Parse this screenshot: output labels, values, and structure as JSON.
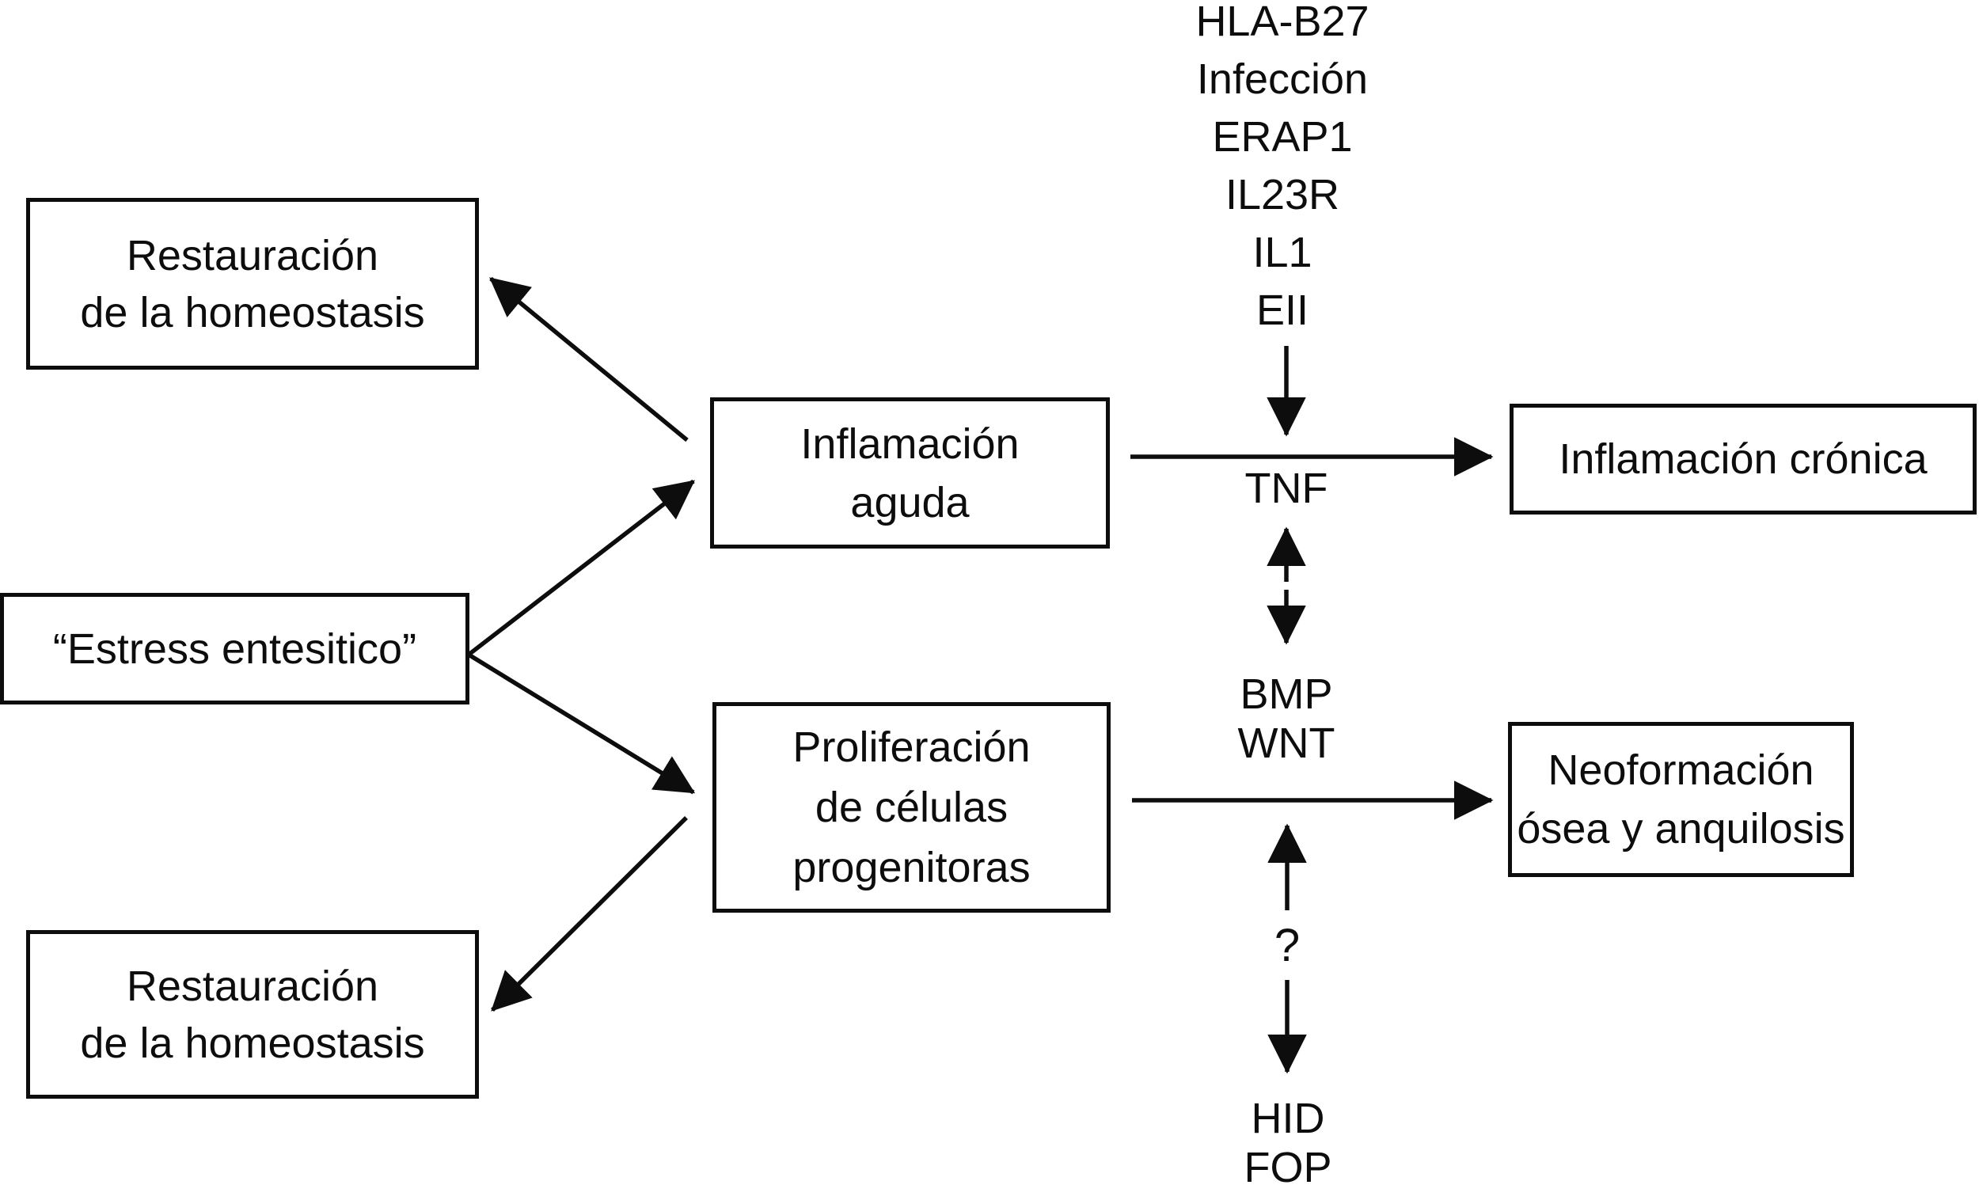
{
  "figure": {
    "background": "#ffffff",
    "ink": "#0d0d0d"
  },
  "gene_stack": {
    "items": [
      "HLA-B27",
      "Infección",
      "ERAP1",
      "IL23R",
      "IL1",
      "EII"
    ]
  },
  "mediators": {
    "tnf": "TNF",
    "bmp": "BMP",
    "wnt": "WNT",
    "question_mark": "?",
    "hid": "HID",
    "fop": "FOP"
  },
  "boxes": {
    "restauracion_top": {
      "line1": "Restauración",
      "line2": "de la homeostasis"
    },
    "estress": {
      "label": "“Estress entesitico”"
    },
    "restauracion_bottom": {
      "line1": "Restauración",
      "line2": "de la homeostasis"
    },
    "inflamacion_aguda": {
      "line1": "Inflamación",
      "line2": "aguda"
    },
    "proliferacion": {
      "line1": "Proliferación",
      "line2": "de células",
      "line3": "progenitoras"
    },
    "inflamacion_cronica": {
      "label": "Inflamación crónica"
    },
    "neoformacion": {
      "line1": "Neoformación",
      "line2": "ósea y anquilosis"
    }
  }
}
